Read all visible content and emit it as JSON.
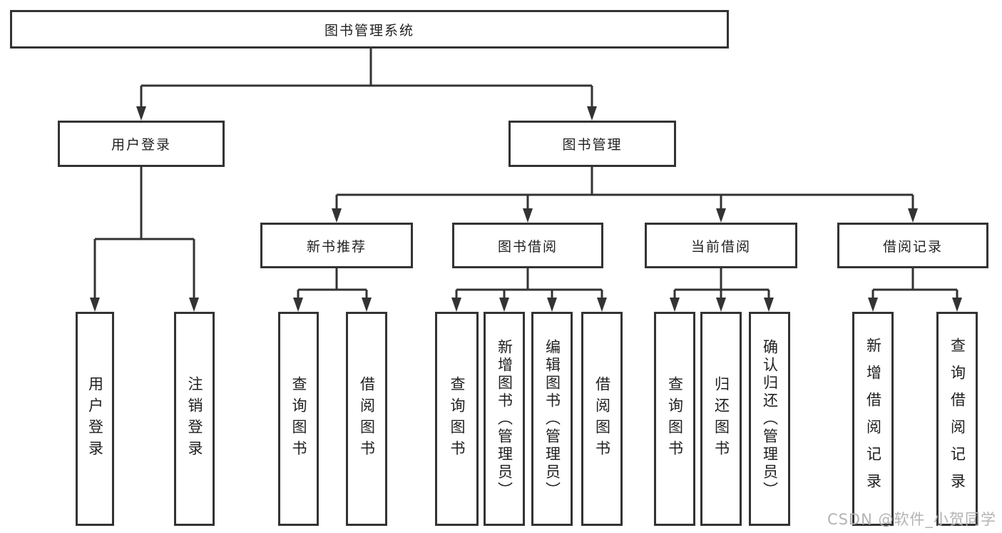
{
  "tree": {
    "root": "图书管理系统",
    "branches": [
      {
        "label": "用户登录",
        "children": [
          "用户登录",
          "注销登录"
        ]
      },
      {
        "label": "图书管理",
        "groups": [
          {
            "label": "新书推荐",
            "children": [
              "查询图书",
              "借阅图书"
            ]
          },
          {
            "label": "图书借阅",
            "children": [
              "查询图书",
              "新增图书（管理员）",
              "编辑图书（管理员）",
              "借阅图书"
            ]
          },
          {
            "label": "当前借阅",
            "children": [
              "查询图书",
              "归还图书",
              "确认归还（管理员）"
            ]
          },
          {
            "label": "借阅记录",
            "children": [
              "新增借阅记录",
              "查询借阅记录"
            ]
          }
        ]
      }
    ]
  },
  "watermark": {
    "text": "CSDN @软件_小贺同学"
  },
  "colors": {
    "line": "#333333",
    "text": "#1f1f1f",
    "background": "#ffffff",
    "watermark": "#b3b3b3"
  }
}
